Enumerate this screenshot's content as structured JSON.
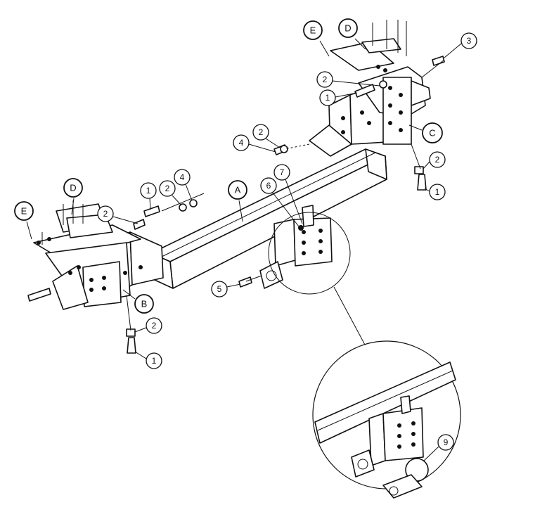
{
  "callouts": {
    "A": "A",
    "B": "B",
    "C": "C",
    "D_left": "D",
    "D_right": "D",
    "E_left": "E",
    "E_right": "E",
    "n1_left_top": "1",
    "n1_left_bottom": "1",
    "n1_right_mid": "1",
    "n1_right_bottom": "1",
    "n2_left_a": "2",
    "n2_left_b": "2",
    "n2_left_bottom": "2",
    "n2_right_top": "2",
    "n2_right_mid": "2",
    "n2_right_bottom": "2",
    "n3": "3",
    "n4_left": "4",
    "n4_right": "4",
    "n5": "5",
    "n6": "6",
    "n7": "7",
    "n9": "9"
  }
}
